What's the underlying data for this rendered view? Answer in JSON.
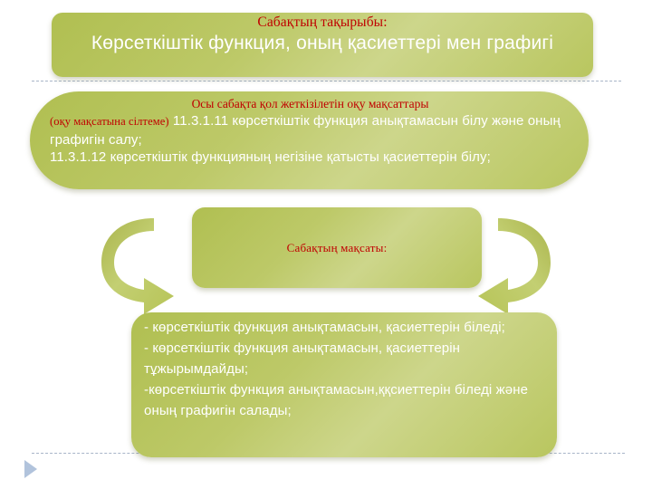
{
  "slide": {
    "title_panel": {
      "red_heading": "Сабақтың тақырыбы:",
      "white_heading": "Көрсеткіштік функция, оның қасиеттері мен графигі"
    },
    "objectives_panel": {
      "red_heading": "Осы сабақта қол жеткізілетін оқу мақсаттары",
      "red_inline": "(оқу мақсатына сілтеме)",
      "line1": " 11.3.1.11  көрсеткіштік функция анықтамасын білу және оның графигін салу;",
      "line2": "11.3.1.12  көрсеткіштік функцияның негізіне қатысты қасиеттерін білу;"
    },
    "aim_panel": {
      "red_heading": "Сабақтың мақсаты:"
    },
    "outcomes_panel": {
      "line1": "- көрсеткіштік функция анықтамасын, қасиеттерін біледі;",
      "line2": "- көрсеткіштік функция анықтамасын, қасиеттерін тұжырымдайды;",
      "line3": "-көрсеткіштік функция анықтамасын,ққсиеттерін біледі және оның графигін салады;"
    },
    "decorations": {
      "left_arrow": "curved-arrow-down-left",
      "right_arrow": "curved-arrow-down-right",
      "corner_marker": "triangle-right-icon",
      "top_rule": "dashed-divider",
      "bottom_rule": "dashed-divider"
    },
    "colors": {
      "panel_green": "#b9c65f",
      "panel_green_light": "#cdd68b",
      "red_text": "#c00000",
      "white_text": "#ffffff",
      "dash_line": "#9aa9bf",
      "corner_marker": "#a8bcd8"
    }
  }
}
